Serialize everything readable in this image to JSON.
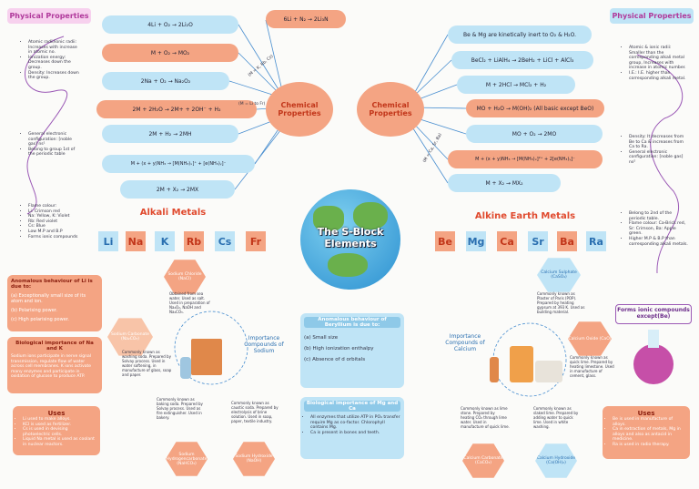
{
  "center_title": "The S-Block Elements",
  "left": {
    "header": "Physical Properties",
    "chem_label": "Chemical Properties",
    "section_title": "Alkali Metals",
    "elements": [
      "Li",
      "Na",
      "K",
      "Rb",
      "Cs",
      "Fr"
    ],
    "reactions": [
      "4Li + O₂ → 2Li₂O",
      "M + O₂ → MO₂",
      "2Na + O₂ → Na₂O₂",
      "2M + 2H₂O → 2M+ + 2OH⁻ + H₂",
      "2M + H₂ → 2MH",
      "M + (x + y)NH₃ → [M(NH₃)ₓ]⁺ + [e(NH₃)ᵧ]⁻",
      "2M + X₂ → 2MX"
    ],
    "nitride_reaction": "6Li + N₂ → 2Li₃N",
    "arrow_label1": "(M = K, Rb, Cs)",
    "arrow_label2": "(M = Li to Fr)",
    "phys_items1": [
      "Atomic radii/ionic radii: Increases with increase in atomic no.",
      "Ionization energy: Decreases down the group.",
      "Density: Increases down the group."
    ],
    "phys_items2": [
      "General electronic configuration: [noble gas] ns¹",
      "Belong to group 1st of the periodic table"
    ],
    "flame_items": [
      "Flame colour:",
      "Li: Crimson red",
      "Na: Yellow, K: Violet",
      "Rb: Red violet",
      "Cs: Blue",
      "Low M.P and B.P",
      "Forms ionic compounds"
    ],
    "anomalous_title": "Anomalous behaviour of Li is due to:",
    "anomalous_items": [
      "(a) Exceptionally small size of its atom and ion.",
      "(b) Polarising power.",
      "(c) High polarising power."
    ],
    "bio_title": "Biological importance of Na and K",
    "bio_text": "Sodium ions participate in nerve signal transmission, regulate flow of water across cell membranes. K ions activate many enzymes and participate in oxidation of glucose to produce ATP.",
    "uses_title": "Uses",
    "uses_items": [
      "Li used to make alloys.",
      "KCl is used as fertilizer.",
      "Cs is used in devising photoelectric cells.",
      "Liquid Na metal is used as coolant in nuclear reactors."
    ],
    "importance_label": "Importance Compounds of Sodium",
    "hex_sodium_chloride": "Sodium Chloride (NaCl)",
    "hex_sodium_carbonate": "Sodium Carbonate (Na₂CO₃)",
    "hex_sodium_bicarbonate": "Sodium Hydrogencarbonate (NaHCO₃)",
    "hex_sodium_hydroxide": "Sodium Hydroxide (NaOH)",
    "note1": "Obtained from sea water. Used as salt. Used in preparation of Na₂O₂, NaOH and Na₂CO₃.",
    "note2": "Commonly known as washing soda. Prepared by Solvay process. Used in water softening, in manufacture of glass, soap and paper.",
    "note3": "Commonly known as baking soda. Prepared by Solvay process. Used as fire extinguisher. Used in bakery.",
    "note4": "Commonly known as caustic soda. Prepared by electrolysis of brine solution. Used in soap, paper, textile industry."
  },
  "right": {
    "header": "Physical Properties",
    "chem_label": "Chemical Properties",
    "section_title": "Alkine Earth Metals",
    "elements": [
      "Be",
      "Mg",
      "Ca",
      "Sr",
      "Ba",
      "Ra"
    ],
    "reactions": [
      "Be & Mg are kinetically inert to O₂ & H₂O.",
      "BeCl₂ + LiAlH₄ → 2BeH₂ + LiCl + AlCl₃",
      "M + 2HCl → MCl₂ + H₂",
      "MO + H₂O → M(OH)₂ (All basic except BeO)",
      "MO + O₂ → 2MO",
      "M + (x + y)NH₃ → [M(NH₃)ₓ]²⁺ + 2[e(NH₃)ᵧ]⁻",
      "M + X₂ → MX₂"
    ],
    "arrow_label": "(M = Ca, Sr, Ba)",
    "phys_items1": [
      "Atomic & ionic radii: Smaller than the corresponding alkali metal group, Increases with increase in atomic number.",
      "I.E.: I.E. higher than corresponding alkali metal."
    ],
    "phys_items2": [
      "Density: It decreases from Be to Ca & increases from Ca to Ra.",
      "General electronic configuration: [noble gas] ns²"
    ],
    "flame_items": [
      "Belong to 2nd of the periodic table.",
      "Flame colour: Ca-Brick red, Sr: Crimson, Ba: Apple green.",
      "Higher M.P & B.P than corresponding alkali metals."
    ],
    "ionic_label": "Forms ionic compounds except(Be)",
    "anomalous_title": "Anomalous behaviour of Beryllium is due to:",
    "anomalous_items": [
      "(a) Small size",
      "(b) High ionization enthalpy",
      "(c) Absence of d orbitals"
    ],
    "bio_title": "Biological importance of Mg and Ca",
    "bio_items": [
      "All enzymes that utilize ATP in PO₄ transfer require Mg as co-factor. Chlorophyll contains Mg.",
      "Ca is present in bones and teeth."
    ],
    "uses_title": "Uses",
    "uses_items": [
      "Be is used in manufacture of alloys.",
      "Ca in extraction of metals, Mg in alloys and also as antacid in medicine.",
      "Ra is used in radio therapy."
    ],
    "importance_label": "Importance Compounds of Calcium",
    "hex_calcium_hydroxide": "Calcium Hydroxide (Ca(OH)₂)",
    "hex_calcium_oxide": "Calcium Oxide (CaO)",
    "hex_calcium_carbonate": "Calcium Carbonate (CaCO₃)",
    "hex_calcium_sulphate": "Calcium Sulphate (CaSO₄)",
    "note1": "Commonly known as Plaster of Paris (POP). Prepared by heating gypsum at 393 K. Used as building material.",
    "note2": "Commonly known as quick lime. Prepared by heating limestone. Used in manufacture of cement, glass.",
    "note3": "Commonly known as lime stone. Prepared by heating CO₂ through lime water. Used in manufacture of quick lime.",
    "note4": "Commonly known as slaked lime. Prepared by adding water to quick lime. Used in white washing."
  },
  "colors": {
    "blue": "#bfe4f6",
    "orange": "#f4a483",
    "pink": "#b0399b",
    "red": "#e04a2e"
  }
}
